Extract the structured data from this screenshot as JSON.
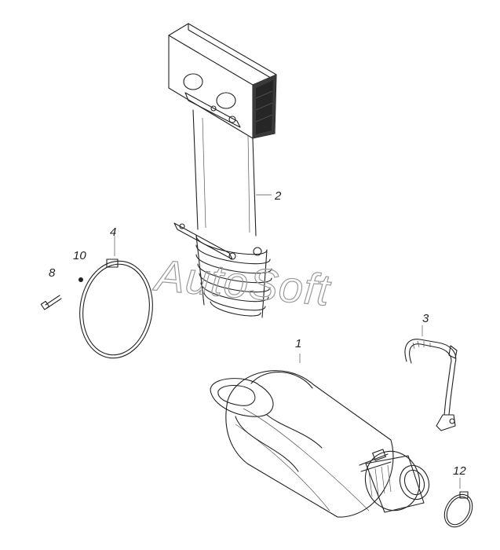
{
  "diagram": {
    "watermark": "AutoSoft",
    "callouts": [
      {
        "id": "c1",
        "label": "1"
      },
      {
        "id": "c2",
        "label": "2"
      },
      {
        "id": "c3",
        "label": "3"
      },
      {
        "id": "c4",
        "label": "4"
      },
      {
        "id": "c8",
        "label": "8"
      },
      {
        "id": "c10",
        "label": "10"
      },
      {
        "id": "c12",
        "label": "12"
      }
    ]
  }
}
